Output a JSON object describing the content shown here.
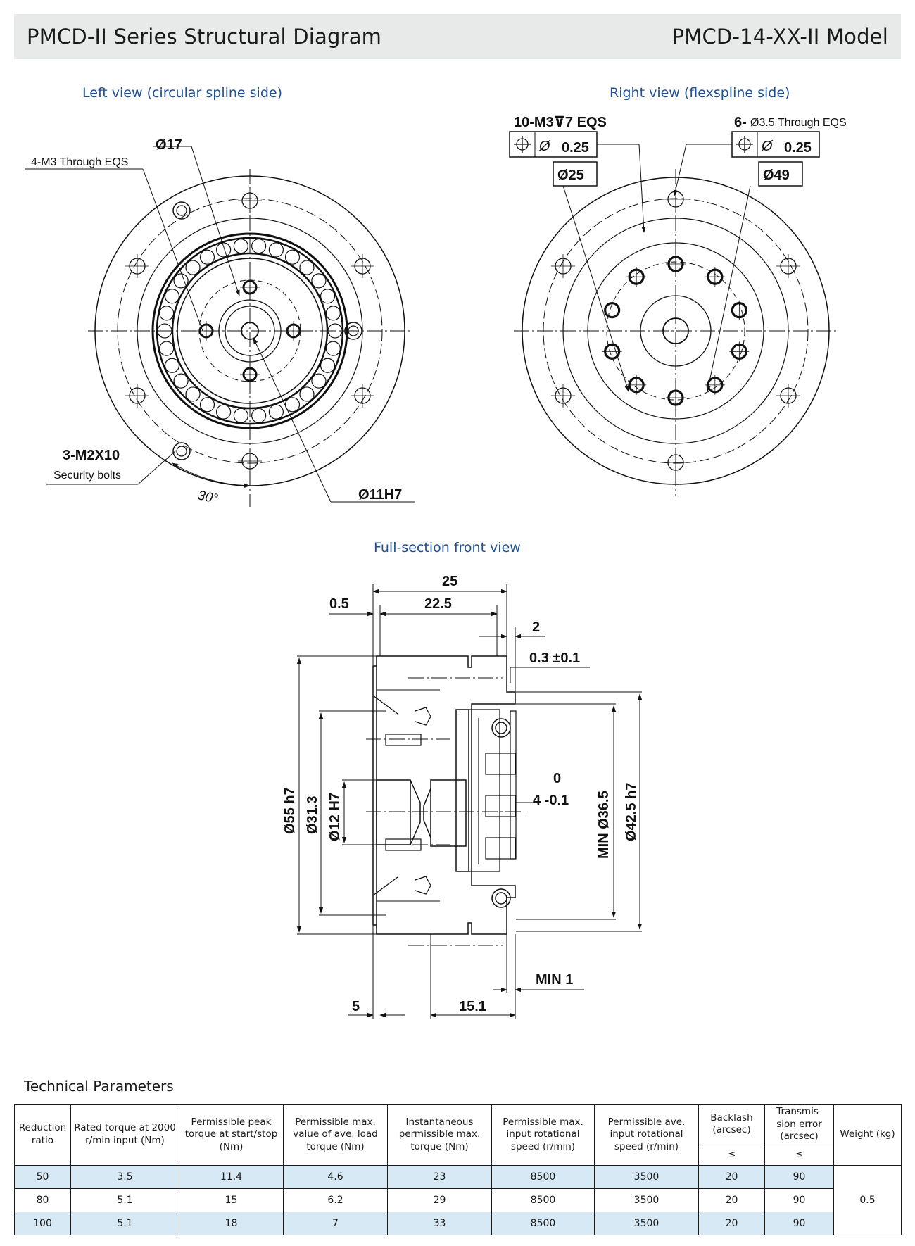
{
  "header": {
    "left_title": "PMCD-II Series Structural Diagram",
    "right_title": "PMCD-14-XX-II Model"
  },
  "views": {
    "left_title": "Left view (circular spline side)",
    "right_title": "Right view (flexspline side)",
    "front_title": "Full-section front view"
  },
  "left_view": {
    "dia_17": "Ø17",
    "holes_label": "4-M3 Through EQS",
    "bolts_code": "3-M2X10",
    "bolts_label": "Security bolts",
    "angle": "30°",
    "bore": "Ø11H7"
  },
  "right_view": {
    "thread_label": "10-M3⊽7 EQS",
    "tol_left": "0.25",
    "dia_25": "Ø25",
    "holes_prefix": "6-",
    "holes_label": "Ø3.5 Through EQS",
    "tol_right": "0.25",
    "dia_49": "Ø49"
  },
  "front_view": {
    "d_25": "25",
    "d_0_5": "0.5",
    "d_22_5": "22.5",
    "d_2": "2",
    "d_0_3": "0.3 ±0.1",
    "d_0": "0",
    "d_4": "4 -0.1",
    "d_55": "Ø55 h7",
    "d_31_3": "Ø31.3",
    "d_12": "Ø12 H7",
    "d_36_5": "MIN Ø36.5",
    "d_42_5": "Ø42.5 h7",
    "d_min1": "MIN 1",
    "d_5": "5",
    "d_15_1": "15.1"
  },
  "params": {
    "title": "Technical Parameters",
    "headers": [
      "Reduction ratio",
      "Rated torque at 2000 r/min input (Nm)",
      "Permissible peak torque at start/stop (Nm)",
      "Permissible max. value of ave. load torque (Nm)",
      "Instantaneous permissible max. torque (Nm)",
      "Permissible max. input rotational speed (r/min)",
      "Permissible ave. input rotational speed (r/min)",
      "Backlash (arcsec)",
      "Transmis-sion error (arcsec)",
      "Weight (kg)"
    ],
    "sub_backlash": "≤",
    "sub_transmission": "≤",
    "weight": "0.5",
    "rows": [
      [
        "50",
        "3.5",
        "11.4",
        "4.6",
        "23",
        "8500",
        "3500",
        "20",
        "90"
      ],
      [
        "80",
        "5.1",
        "15",
        "6.2",
        "29",
        "8500",
        "3500",
        "20",
        "90"
      ],
      [
        "100",
        "5.1",
        "18",
        "7",
        "33",
        "8500",
        "3500",
        "20",
        "90"
      ]
    ]
  }
}
